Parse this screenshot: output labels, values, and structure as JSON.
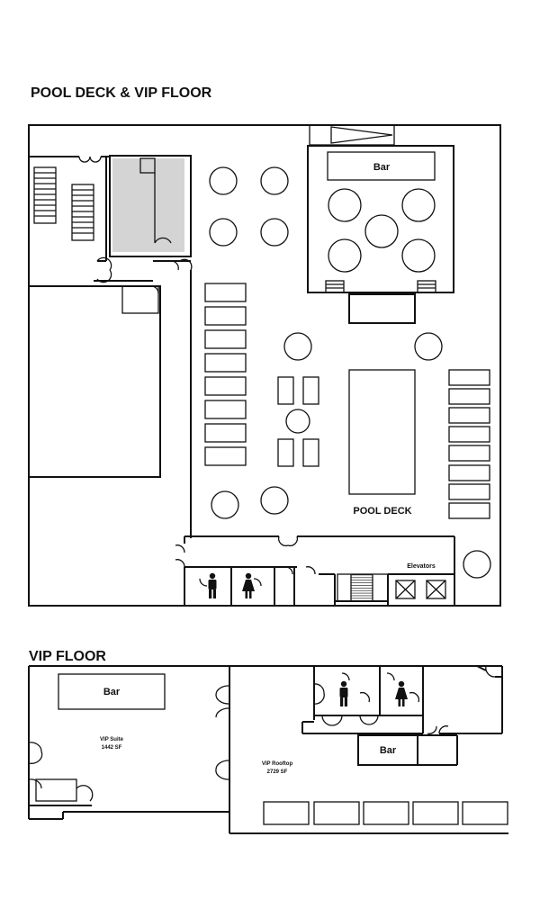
{
  "pool_deck_plan": {
    "title": "POOL DECK & VIP FLOOR",
    "bar_label": "Bar",
    "pool_label": "POOL DECK",
    "elevators_label": "Elevators",
    "restroom_icons": [
      "man-icon",
      "woman-icon"
    ],
    "shaded_color": "#d4d4d4"
  },
  "vip_floor_plan": {
    "title": "VIP FLOOR",
    "bar_label": "Bar",
    "suite_name": "VIP Suite",
    "suite_area": "1442 SF",
    "rooftop_name": "VIP Rooftop",
    "rooftop_area": "2729 SF",
    "bar2_label": "Bar",
    "restroom_icons": [
      "man-icon",
      "woman-icon"
    ]
  }
}
